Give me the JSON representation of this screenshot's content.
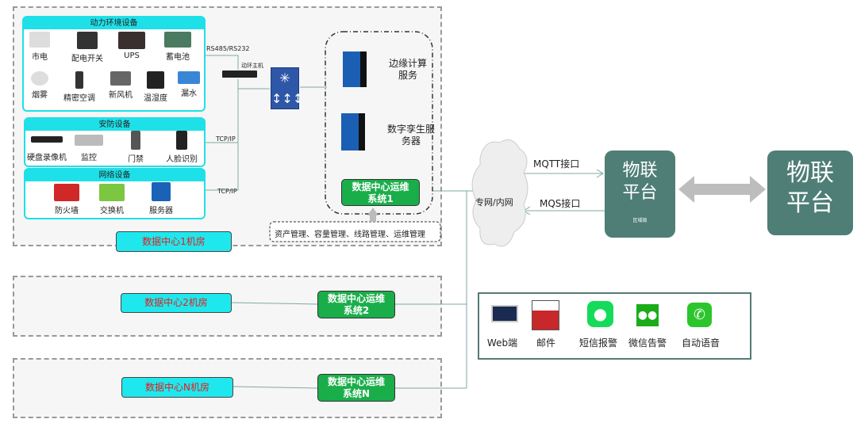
{
  "rooms": {
    "room1": {
      "label": "数据中心1机房",
      "system": [
        "数据中心运维",
        "系统1"
      ]
    },
    "room2": {
      "label": "数据中心2机房",
      "system": [
        "数据中心运维",
        "系统2"
      ]
    },
    "roomN": {
      "label": "数据中心N机房",
      "system": [
        "数据中心运维",
        "系统N"
      ]
    }
  },
  "power": {
    "title": "动力环境设备",
    "items": [
      "市电",
      "配电开关",
      "UPS",
      "蓄电池",
      "烟雾",
      "精密空调",
      "新风机",
      "温湿度",
      "漏水"
    ]
  },
  "security": {
    "title": "安防设备",
    "items": [
      "硬盘录像机",
      "监控",
      "门禁",
      "人脸识别"
    ]
  },
  "network": {
    "title": "网络设备",
    "items": [
      "防火墙",
      "交换机",
      "服务器"
    ]
  },
  "links": {
    "rs": "RS485/RS232",
    "tcp1": "TCP/IP",
    "tcp2": "TCP/IP",
    "host": "动环主机"
  },
  "servers": {
    "edge": [
      "边缘计算",
      "服务"
    ],
    "twin": [
      "数字孪生服",
      "务器"
    ]
  },
  "mgmt": "资产管理、容量管理、线路管理、运维管理",
  "cloud": "专网/内网",
  "mqtt": "MQTT接口",
  "mqs": "MQS接口",
  "platform_small": {
    "title": [
      "物联",
      "平台"
    ],
    "sub": "区域级"
  },
  "platform_big": {
    "title": [
      "物联",
      "平台"
    ]
  },
  "notify": [
    "Web端",
    "邮件",
    "短信报警",
    "微信告警",
    "自动语音"
  ],
  "colors": {
    "cyan": "#1ee0e8",
    "green": "#1aae4a",
    "platform": "#4e7e76",
    "red_text": "#e51c1c"
  }
}
